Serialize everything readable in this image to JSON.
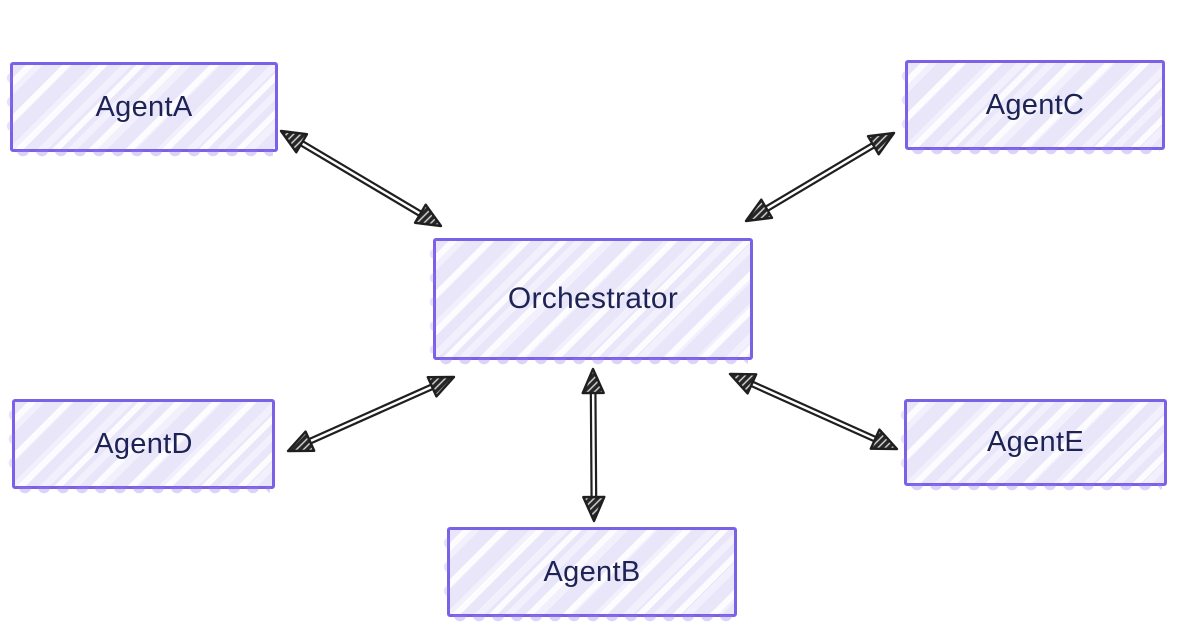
{
  "diagram": {
    "type": "graph",
    "style": "hand-drawn-whiteboard",
    "nodes": [
      {
        "id": "orchestrator",
        "label": "Orchestrator",
        "role": "hub"
      },
      {
        "id": "agentA",
        "label": "AgentA",
        "role": "agent"
      },
      {
        "id": "agentB",
        "label": "AgentB",
        "role": "agent"
      },
      {
        "id": "agentC",
        "label": "AgentC",
        "role": "agent"
      },
      {
        "id": "agentD",
        "label": "AgentD",
        "role": "agent"
      },
      {
        "id": "agentE",
        "label": "AgentE",
        "role": "agent"
      }
    ],
    "edges": [
      {
        "from": "agentA",
        "to": "orchestrator",
        "direction": "bidirectional"
      },
      {
        "from": "agentC",
        "to": "orchestrator",
        "direction": "bidirectional"
      },
      {
        "from": "agentD",
        "to": "orchestrator",
        "direction": "bidirectional"
      },
      {
        "from": "agentE",
        "to": "orchestrator",
        "direction": "bidirectional"
      },
      {
        "from": "agentB",
        "to": "orchestrator",
        "direction": "bidirectional"
      }
    ],
    "colors": {
      "node_border": "#7b61e8",
      "node_fill": "#e9e6fa",
      "node_hatch": "#f3f0fd",
      "label": "#1e2355",
      "arrow": "#1f1f1f",
      "background": "#ffffff"
    }
  }
}
